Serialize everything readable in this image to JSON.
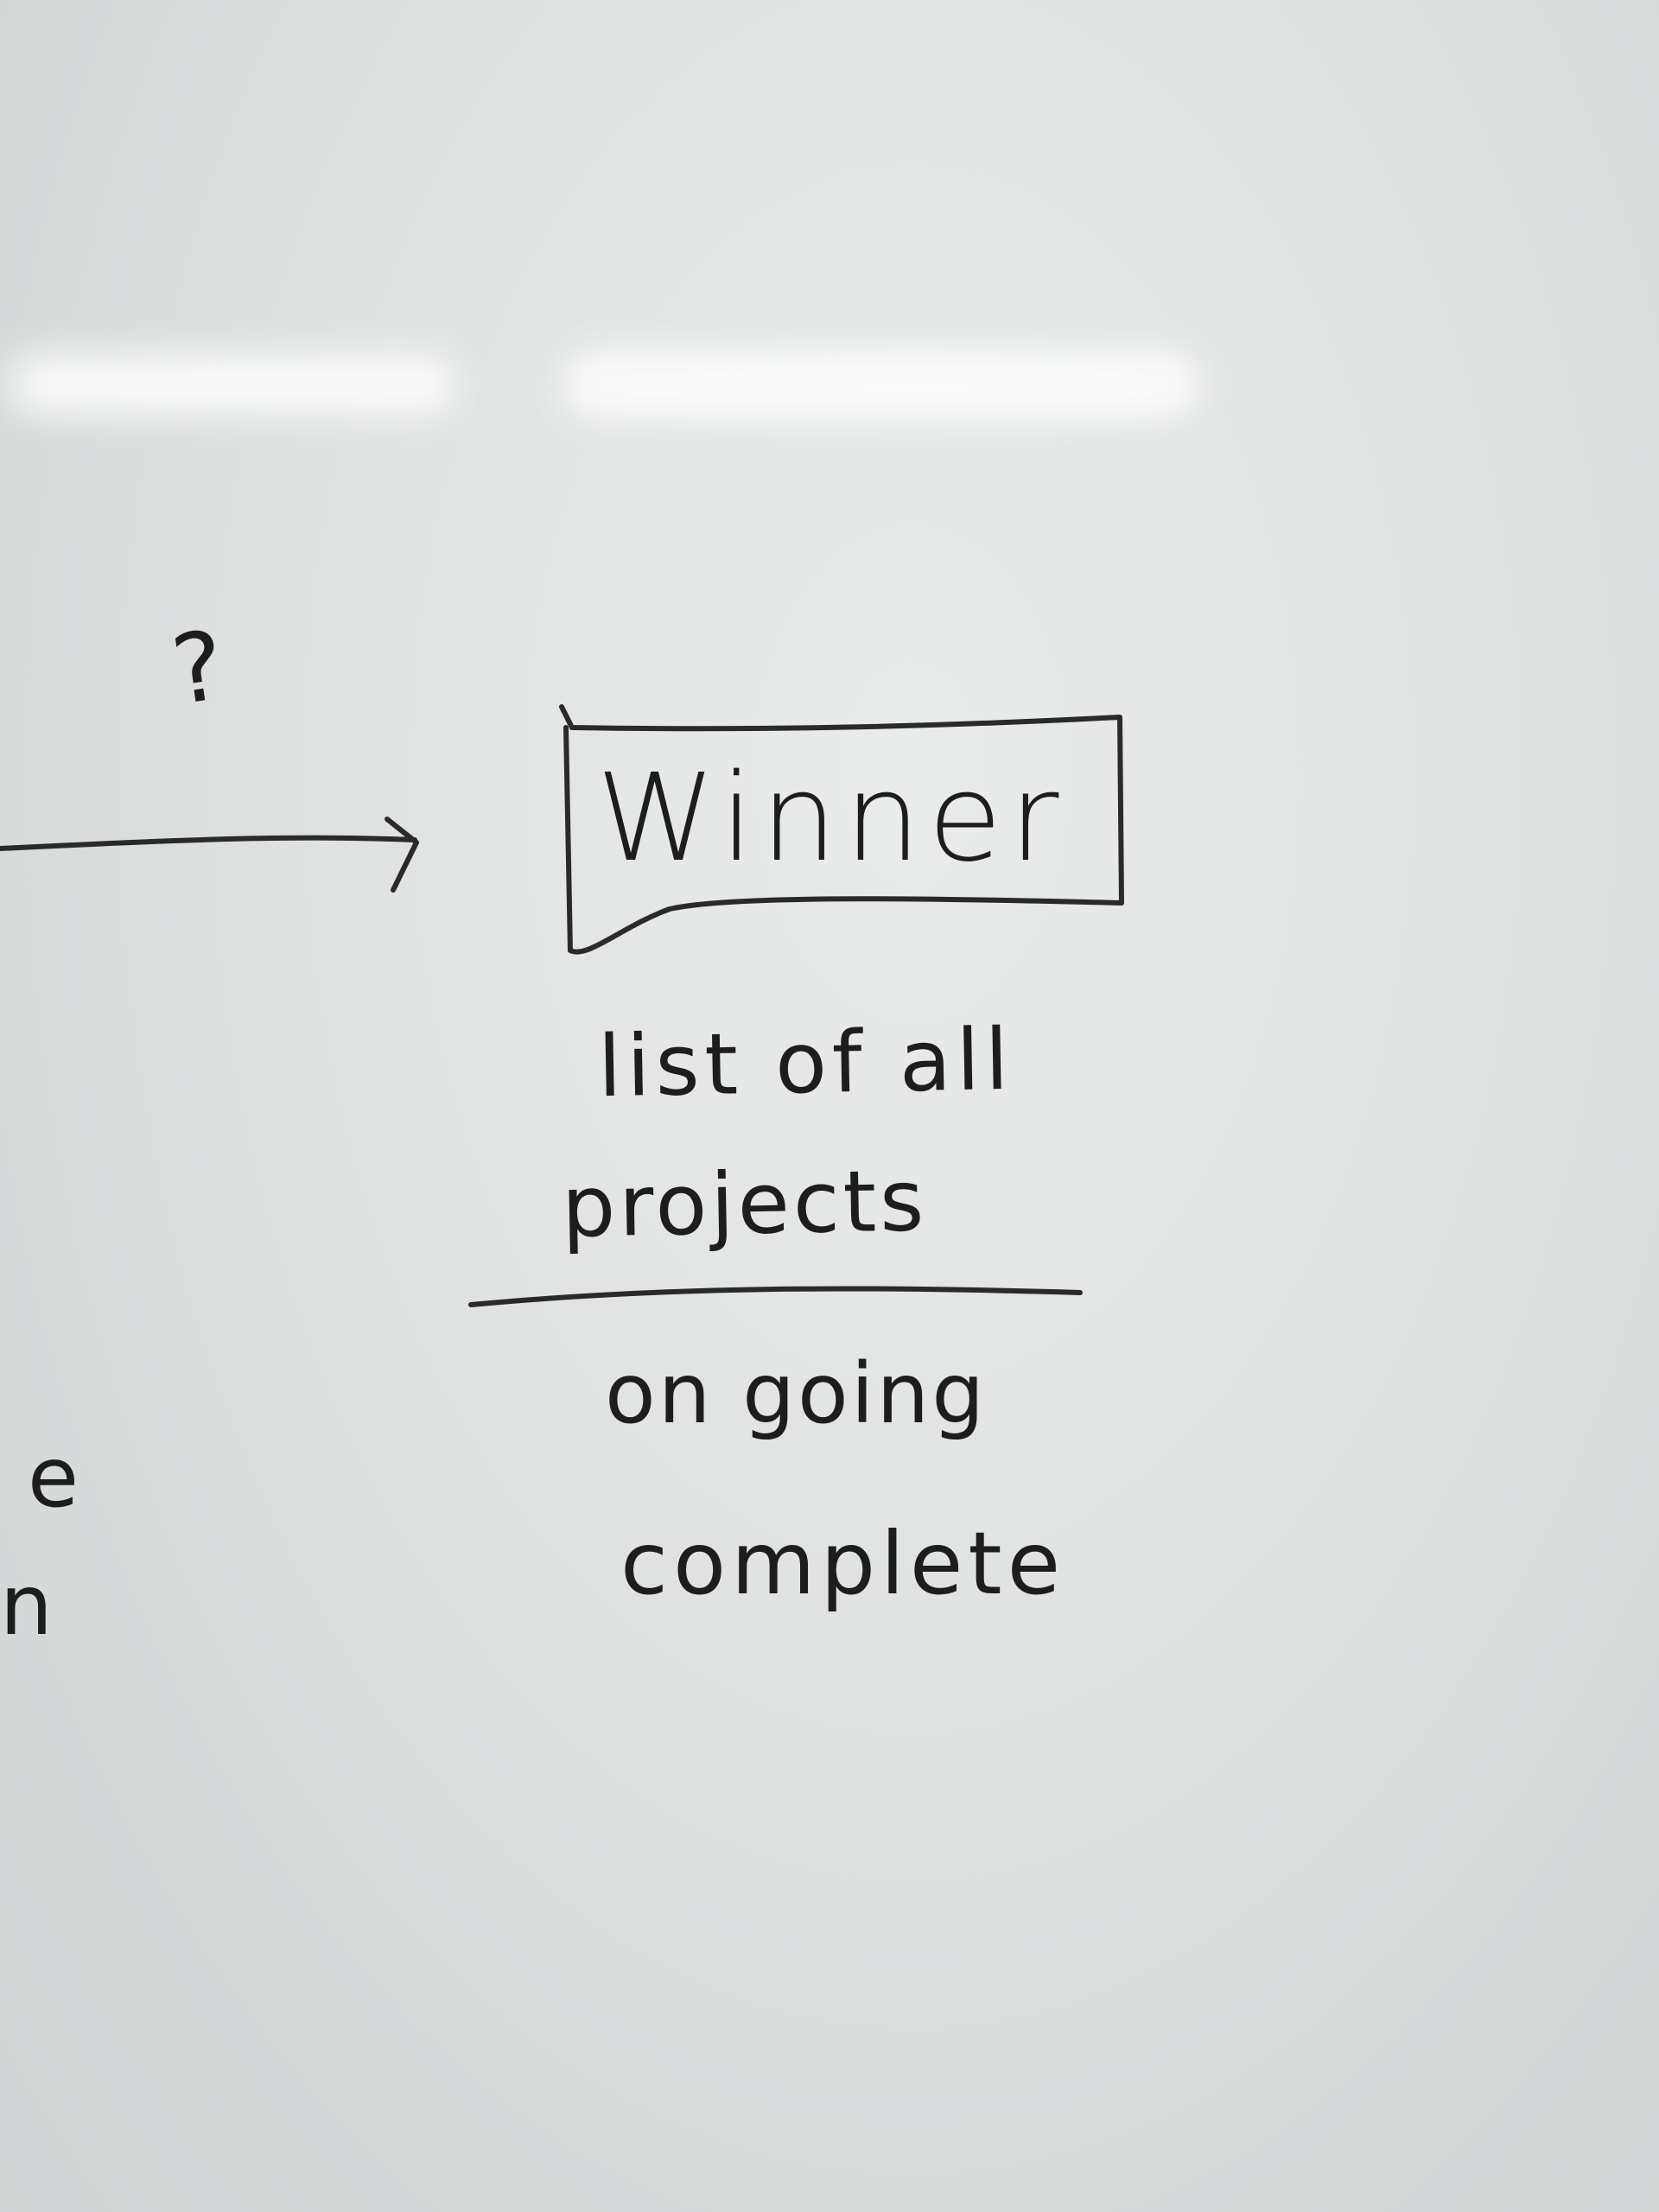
{
  "whiteboard": {
    "question_mark": "?",
    "box_label": "Winner",
    "list_heading": {
      "line1": "list of all",
      "line2": "projects"
    },
    "statuses": [
      "on going",
      "complete"
    ],
    "left_edge_fragments": [
      "e",
      "n"
    ]
  },
  "colors": {
    "ink": "#1d1d1d",
    "board": "#dfe2e1"
  }
}
